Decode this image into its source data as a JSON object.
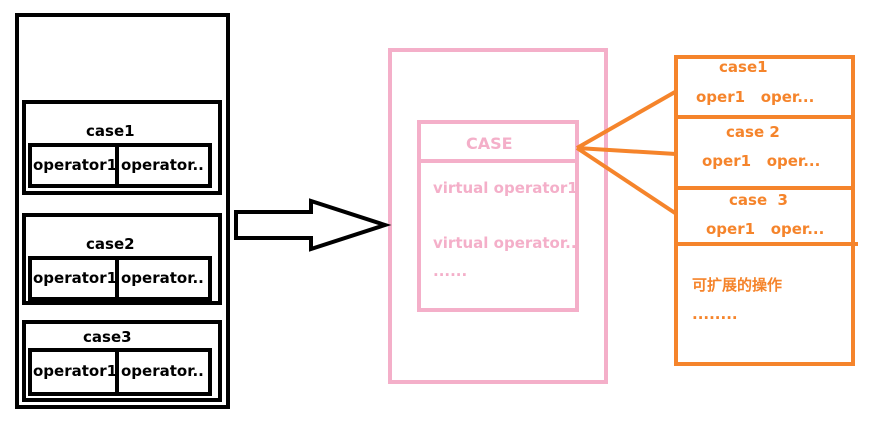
{
  "left_panel": {
    "cases": [
      {
        "title": "case1",
        "op1": "operator1",
        "op2": "operator.."
      },
      {
        "title": "case2",
        "op1": "operator1",
        "op2": "operator.."
      },
      {
        "title": "case3",
        "op1": "operator1",
        "op2": "operator.."
      }
    ]
  },
  "middle_panel": {
    "case_title": "CASE",
    "virtual_op1": "virtual operator1",
    "virtual_op2": "virtual operator..",
    "ellipsis": "......"
  },
  "right_panel": {
    "cases": [
      {
        "title": "case1",
        "ops": "oper1   oper..."
      },
      {
        "title": "case 2",
        "ops": "oper1   oper..."
      },
      {
        "title": "case  3",
        "ops": "oper1   oper..."
      }
    ],
    "extensible_text": "可扩展的操作",
    "ellipsis": "........"
  },
  "colors": {
    "black": "#000000",
    "pink": "#f4afc9",
    "orange": "#f5842b"
  }
}
